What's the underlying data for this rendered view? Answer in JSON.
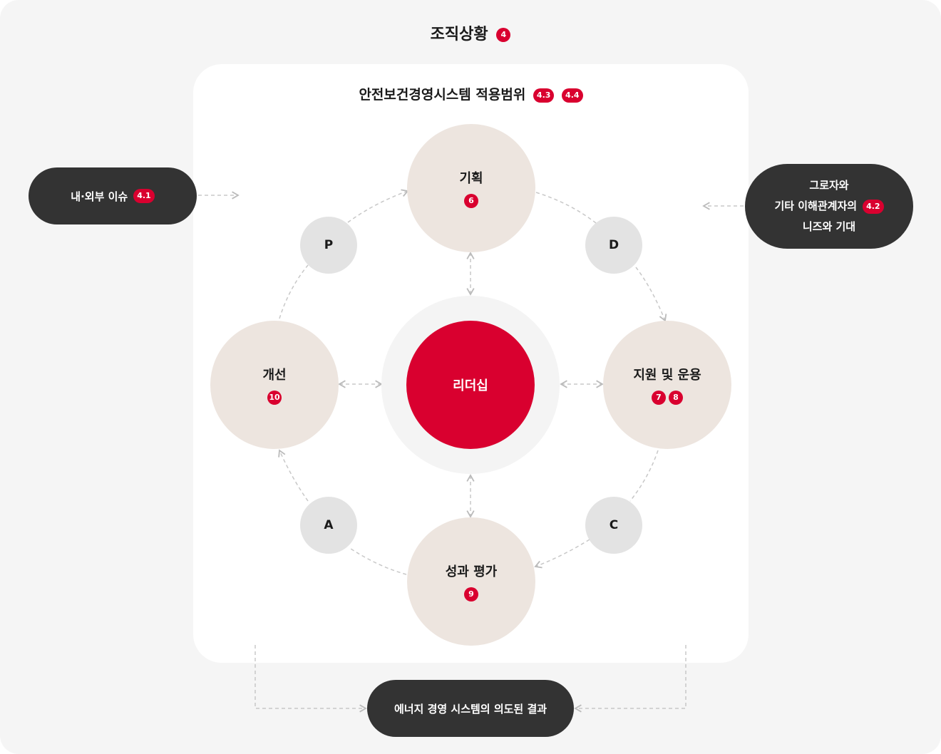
{
  "title": "조직상황",
  "title_badge": "4",
  "scope": {
    "title": "안전보건경영시스템 적용범위",
    "badges": [
      "4.3",
      "4.4"
    ]
  },
  "issues": {
    "label": "내·외부 이슈",
    "badge": "4.1"
  },
  "needs": {
    "line1": "그로자와",
    "line2": "기타 이해관계자의",
    "line3": "니즈와 기대",
    "badge": "4.2"
  },
  "outcome": {
    "label": "에너지 경영 시스템의 의도된 결과"
  },
  "center": {
    "label": "리더십"
  },
  "planning": {
    "label": "기획",
    "badge": "6"
  },
  "support": {
    "label": "지원 및 운용",
    "badges": [
      "7",
      "8"
    ]
  },
  "evaluation": {
    "label": "성과 평가",
    "badge": "9"
  },
  "improvement": {
    "label": "개선",
    "badge": "10"
  },
  "pdca": {
    "p": "P",
    "d": "D",
    "c": "C",
    "a": "A"
  },
  "colors": {
    "accent": "#d9002f",
    "dark_pill": "#333333",
    "process_circle": "#ede5df",
    "pdca_circle": "#e3e3e3",
    "background": "#f5f5f5"
  }
}
